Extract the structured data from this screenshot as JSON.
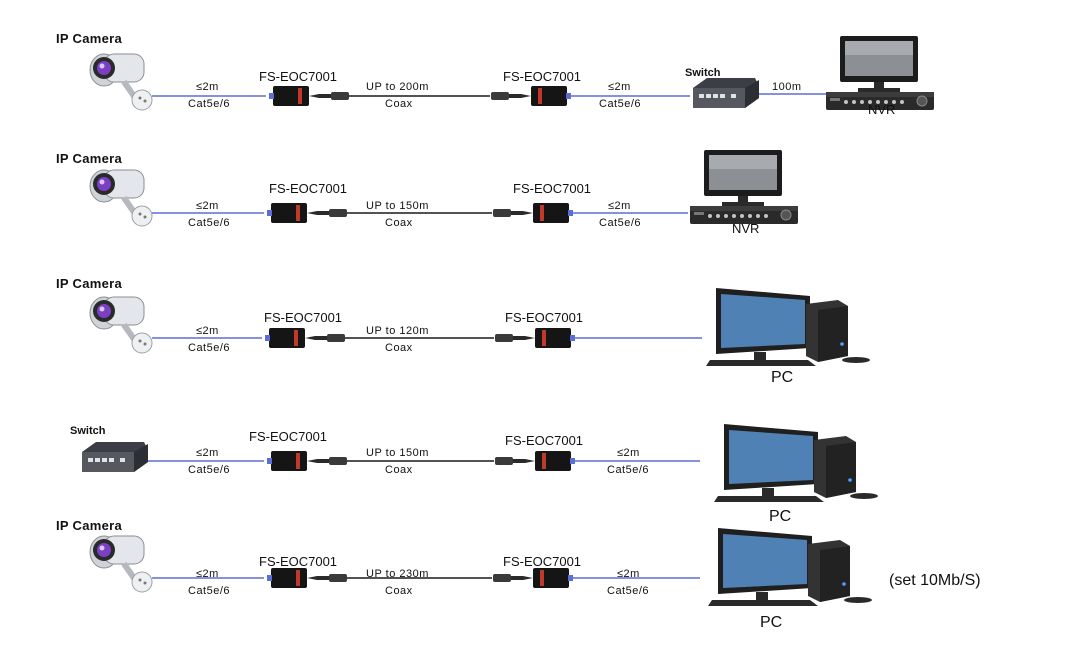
{
  "rows": [
    {
      "source_label": "IP Camera",
      "short_len": "≤2m",
      "short_cable": "Cat5e/6",
      "device_left": "FS-EOC7001",
      "coax_len": "UP to 200m",
      "coax_label": "Coax",
      "device_right": "FS-EOC7001",
      "short_len_right": "≤2m",
      "short_cable_right": "Cat5e/6",
      "switch_label": "Switch",
      "switch_len": "100m",
      "dest_label": "NVR"
    },
    {
      "source_label": "IP Camera",
      "short_len": "≤2m",
      "short_cable": "Cat5e/6",
      "device_left": "FS-EOC7001",
      "coax_len": "UP to 150m",
      "coax_label": "Coax",
      "device_right": "FS-EOC7001",
      "short_len_right": "≤2m",
      "short_cable_right": "Cat5e/6",
      "dest_label": "NVR"
    },
    {
      "source_label": "IP Camera",
      "short_len": "≤2m",
      "short_cable": "Cat5e/6",
      "device_left": "FS-EOC7001",
      "coax_len": "UP to 120m",
      "coax_label": "Coax",
      "device_right": "FS-EOC7001",
      "dest_label": "PC"
    },
    {
      "source_label": "Switch",
      "short_len": "≤2m",
      "short_cable": "Cat5e/6",
      "device_left": "FS-EOC7001",
      "coax_len": "UP to 150m",
      "coax_label": "Coax",
      "device_right": "FS-EOC7001",
      "short_len_right": "≤2m",
      "short_cable_right": "Cat5e/6",
      "dest_label": "PC"
    },
    {
      "source_label": "IP Camera",
      "short_len": "≤2m",
      "short_cable": "Cat5e/6",
      "device_left": "FS-EOC7001",
      "coax_len": "UP to 230m",
      "coax_label": "Coax",
      "device_right": "FS-EOC7001",
      "short_len_right": "≤2m",
      "short_cable_right": "Cat5e/6",
      "dest_label": "PC",
      "note": "(set 10Mb/S)"
    }
  ],
  "colors": {
    "ethernet_cable": "#5b6fd6",
    "coax_cable": "#1a1a1a",
    "device_body": "#151515",
    "device_stripe": "#c0392b",
    "monitor_screen": "#4f81b5",
    "nvr_body": "#2a2a2a",
    "camera_lens": "#7b3fc4"
  },
  "icons": [
    "camera-icon",
    "switch-icon",
    "eoc-adapter-icon",
    "nvr-icon",
    "pc-icon"
  ]
}
